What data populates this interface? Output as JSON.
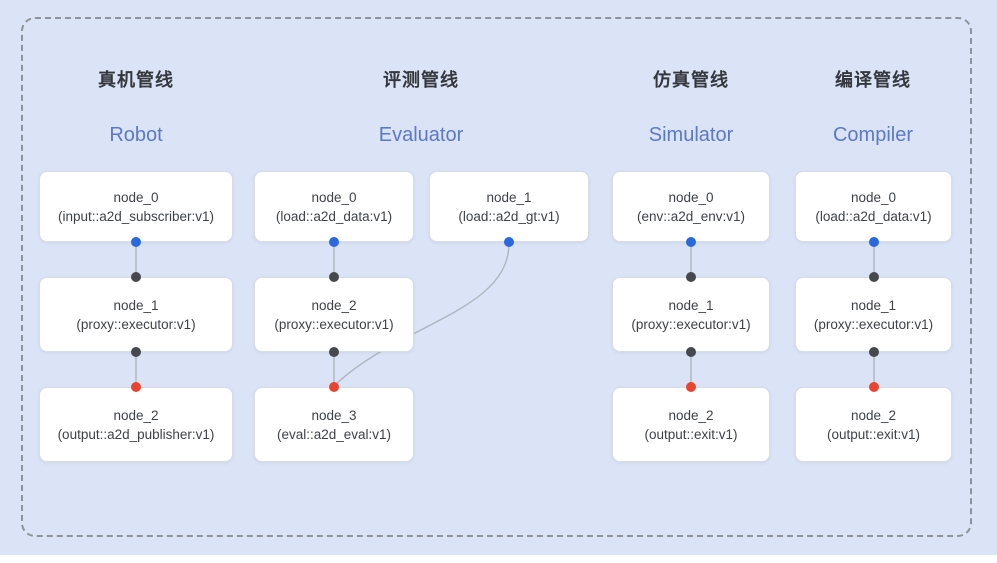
{
  "diagram": {
    "background": "#dbe3f6",
    "frame_border_color": "#8d929b",
    "bottom_strip_color": "#ffffff"
  },
  "colors": {
    "source_port_dot": "#2a68dd",
    "intermediate_port_dot": "#45484d",
    "sink_port_dot": "#e84430",
    "edge_line": "#aeb5c0",
    "title_zh_text": "#34373c",
    "title_en_text": "#5b79c8",
    "node_text": "#3e4247",
    "node_background": "#ffffff",
    "node_border": "#d8dce4"
  },
  "pipelines": [
    {
      "id": "robot",
      "title_zh": "真机管线",
      "title_en": "Robot",
      "nodes": [
        {
          "name": "node_0",
          "type": "(input::a2d_subscriber:v1)"
        },
        {
          "name": "node_1",
          "type": "(proxy::executor:v1)"
        },
        {
          "name": "node_2",
          "type": "(output::a2d_publisher:v1)"
        }
      ]
    },
    {
      "id": "evaluator",
      "title_zh": "评测管线",
      "title_en": "Evaluator",
      "nodes": [
        {
          "name": "node_0",
          "type": "(load::a2d_data:v1)"
        },
        {
          "name": "node_1",
          "type": "(load::a2d_gt:v1)"
        },
        {
          "name": "node_2",
          "type": "(proxy::executor:v1)"
        },
        {
          "name": "node_3",
          "type": "(eval::a2d_eval:v1)"
        }
      ]
    },
    {
      "id": "simulator",
      "title_zh": "仿真管线",
      "title_en": "Simulator",
      "nodes": [
        {
          "name": "node_0",
          "type": "(env::a2d_env:v1)"
        },
        {
          "name": "node_1",
          "type": "(proxy::executor:v1)"
        },
        {
          "name": "node_2",
          "type": "(output::exit:v1)"
        }
      ]
    },
    {
      "id": "compiler",
      "title_zh": "编译管线",
      "title_en": "Compiler",
      "nodes": [
        {
          "name": "node_0",
          "type": "(load::a2d_data:v1)"
        },
        {
          "name": "node_1",
          "type": "(proxy::executor:v1)"
        },
        {
          "name": "node_2",
          "type": "(output::exit:v1)"
        }
      ]
    }
  ]
}
